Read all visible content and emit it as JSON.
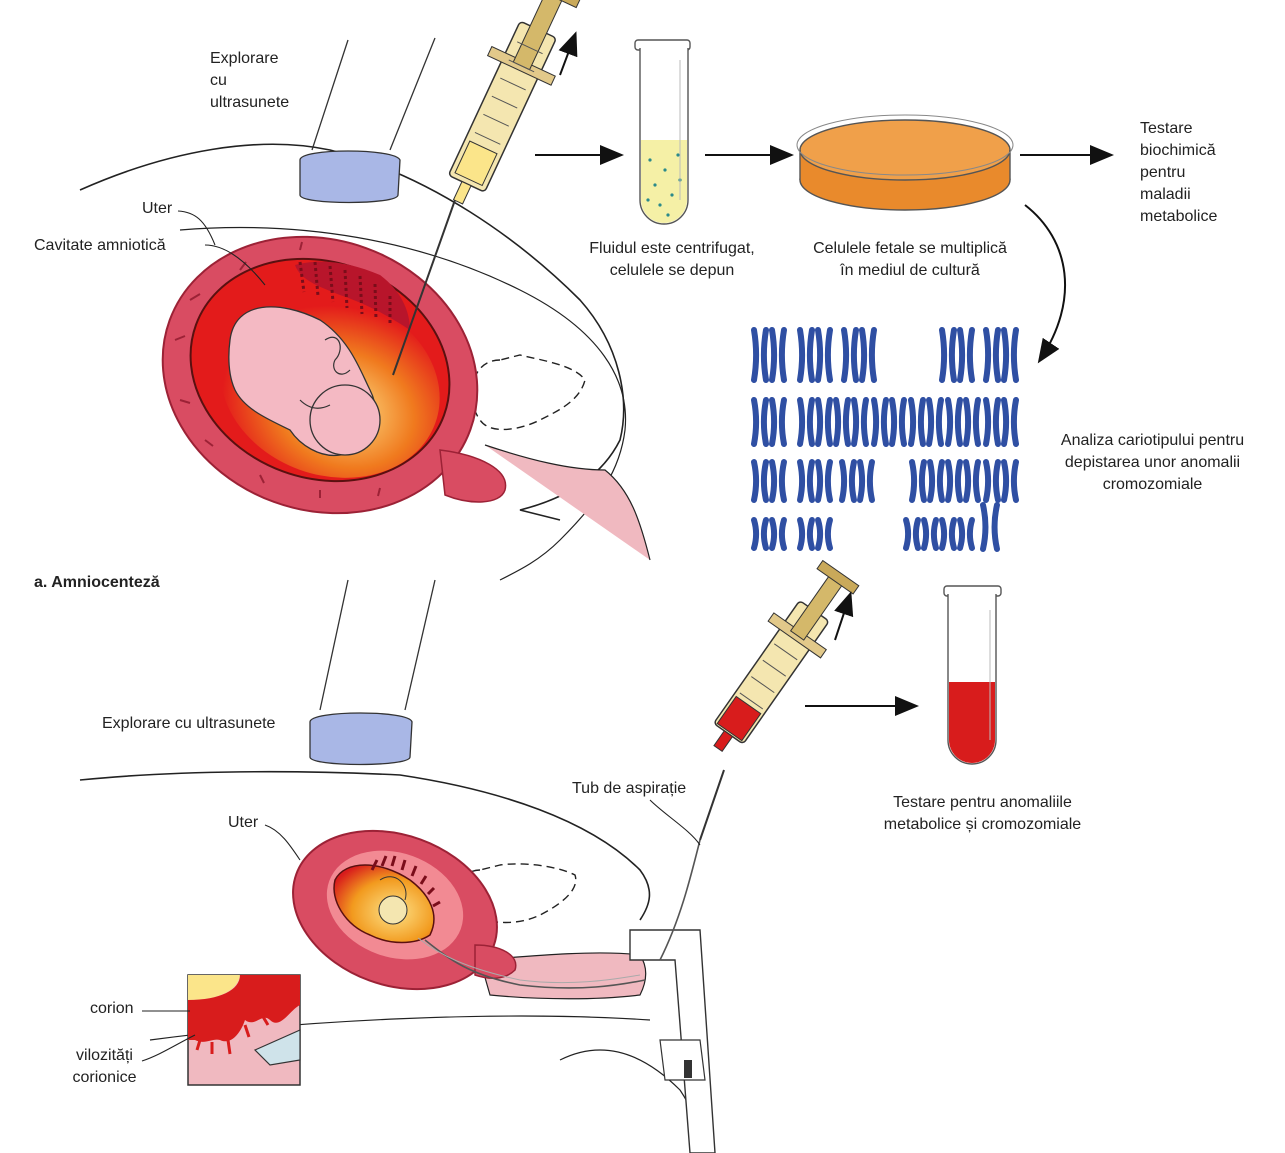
{
  "amnio": {
    "label_ultrasound_lines": [
      "Explorare",
      "cu",
      "ultrasunete"
    ],
    "label_uterus": "Uter",
    "label_cavity": "Cavitate amniotică",
    "label_centrifuge_lines": [
      "Fluidul este centrifugat,",
      "celulele se depun"
    ],
    "label_culture_lines": [
      "Celulele fetale se multiplică",
      "în mediul de cultură"
    ],
    "label_biochem_lines": [
      "Testare",
      "biochimică",
      "pentru",
      "maladii",
      "metabolice"
    ],
    "label_karyotype_lines": [
      "Analiza cariotipului pentru",
      "depistarea unor anomalii",
      "cromozomiale"
    ],
    "caption": "a. Amniocenteză"
  },
  "cvs": {
    "label_ultrasound": "Explorare cu ultrasunete",
    "label_uterus": "Uter",
    "label_tube": "Tub de aspirație",
    "label_test_lines": [
      "Testare pentru anomaliile",
      "metabolice și cromozomiale"
    ],
    "label_chorion": "corion",
    "label_villi_lines": [
      "vilozități",
      "corionice"
    ]
  },
  "colors": {
    "uterus": "#d94c62",
    "uterus_inner": "#f28a93",
    "amniotic": "#e31b1b",
    "yellow": "#fbe58a",
    "probe": "#a9b7e6",
    "chromosome": "#2f4fa3",
    "culture": "#e98a2c",
    "blood": "#d81c1c"
  }
}
